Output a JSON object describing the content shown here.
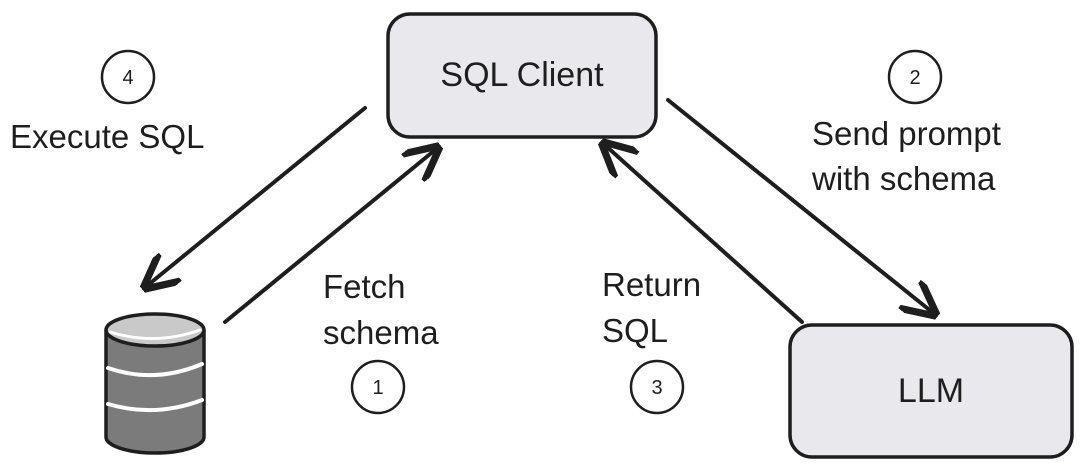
{
  "nodes": {
    "sql_client": "SQL Client",
    "llm": "LLM"
  },
  "steps": [
    {
      "number": "1",
      "line1": "Fetch",
      "line2": "schema"
    },
    {
      "number": "2",
      "line1": "Send prompt",
      "line2": "with schema"
    },
    {
      "number": "3",
      "line1": "Return",
      "line2": "SQL"
    },
    {
      "number": "4",
      "line1": "Execute SQL"
    }
  ],
  "colors": {
    "box_fill": "#e9e9ed",
    "stroke": "#1e1e1e",
    "db_fill": "#7b7b7b",
    "db_top": "#c9c9c9"
  },
  "icons": [
    "database-icon",
    "arrow-icon",
    "step-badge"
  ]
}
